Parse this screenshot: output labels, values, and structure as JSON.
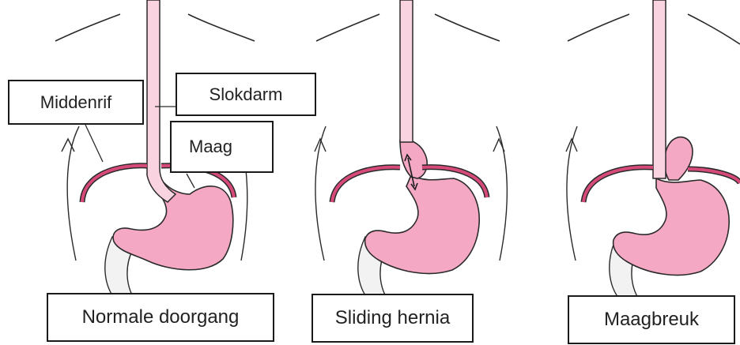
{
  "labels": {
    "diaphragm": "Middenrif",
    "esophagus": "Slokdarm",
    "stomach": "Maag"
  },
  "panels": [
    {
      "caption": "Normale doorgang"
    },
    {
      "caption": "Sliding hernia"
    },
    {
      "caption": "Maagbreuk"
    }
  ],
  "colors": {
    "stomach_fill": "#f5a8c4",
    "esophagus_fill": "#f9d3df",
    "diaphragm": "#d54a7a",
    "outline": "#2a2a2a",
    "intestine_fill": "#f2f2f2"
  }
}
